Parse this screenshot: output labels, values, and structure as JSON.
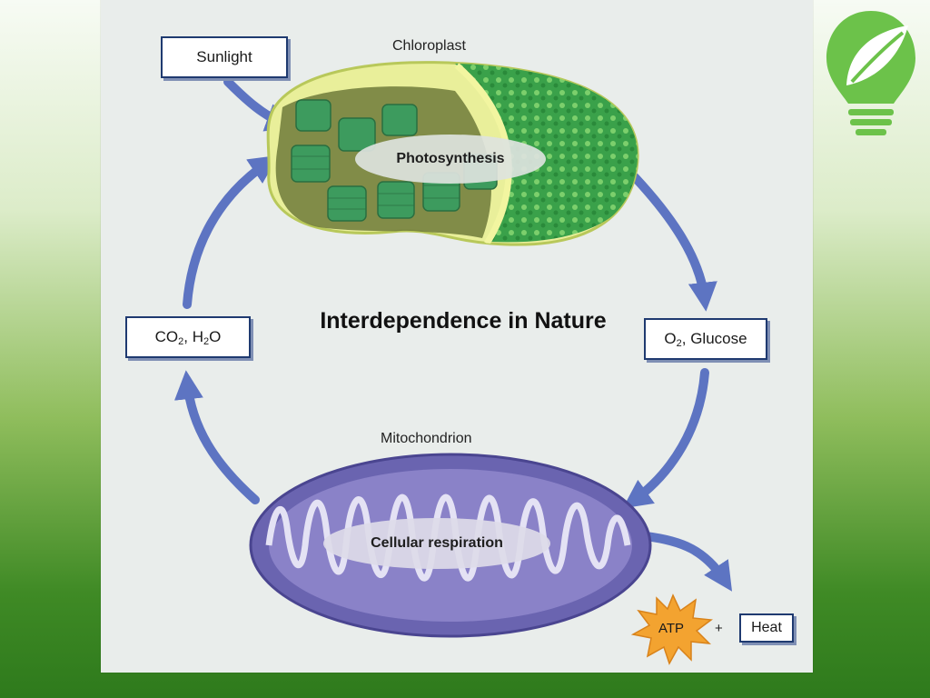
{
  "title": "Interdependence in Nature",
  "labels": {
    "sunlight": "Sunlight",
    "chloroplast": "Chloroplast",
    "photosynthesis": "Photosynthesis",
    "inputs_pre": "CO",
    "inputs_sub1": "2",
    "inputs_mid": ", H",
    "inputs_sub2": "2",
    "inputs_post": "O",
    "outputs_pre": "O",
    "outputs_sub": "2",
    "outputs_post": ", Glucose",
    "mitochondrion": "Mitochondrion",
    "cellular_respiration": "Cellular respiration",
    "atp": "ATP",
    "plus": "+",
    "heat": "Heat"
  },
  "colors": {
    "arrow": "#5d74c2",
    "chloroplast_green": "#3ea24a",
    "mitochondrion_purple": "#6a64b0",
    "box_border": "#1f3a70",
    "logo_green": "#6cc24a"
  },
  "icons": [
    "lightbulb-leaf-icon",
    "atp-starburst-icon"
  ]
}
